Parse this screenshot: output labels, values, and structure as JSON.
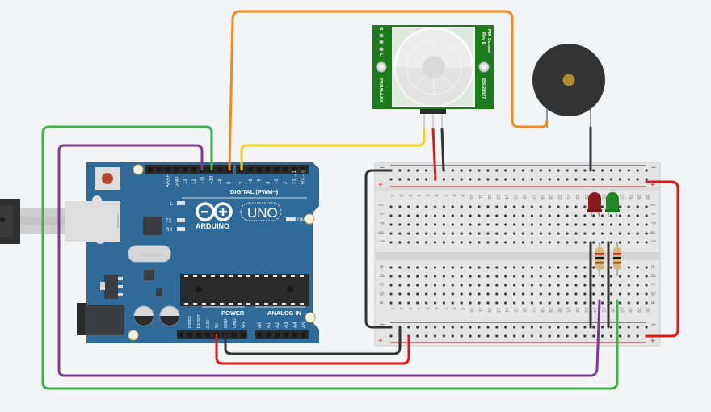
{
  "canvas": {
    "background": "#f3f4f6"
  },
  "arduino": {
    "brand": "ARDUINO",
    "model": "UNO",
    "board_color": "#2f6a99",
    "crystal_label": "SPK16.000S",
    "digital_header_label": "DIGITAL (PWM~)",
    "digital_pins": [
      "AREF",
      "GND",
      "13",
      "12",
      "~11",
      "~10",
      "~9",
      "8",
      "7",
      "~6",
      "~5",
      "4",
      "~3",
      "2",
      "TX→1",
      "RX←0"
    ],
    "power_header_label": "POWER",
    "power_pins": [
      "IOREF",
      "RESET",
      "3.3V",
      "5V",
      "GND",
      "GND",
      "Vin"
    ],
    "analog_header_label": "ANALOG IN",
    "analog_pins": [
      "A0",
      "A1",
      "A2",
      "A3",
      "A4",
      "A5"
    ],
    "led_labels": {
      "l": "L",
      "tx": "TX",
      "rx": "RX",
      "on": "ON"
    }
  },
  "pir_sensor": {
    "title": "PIR Sensor",
    "revision": "Rev B",
    "brand": "PARALLAX",
    "part_number": "555-28027",
    "pin_label_top": "S",
    "pin_label_bottom": "L",
    "board_color": "#1d7a1d"
  },
  "buzzer": {
    "name": "Piezo buzzer",
    "body_color": "#333333",
    "center_color": "#b0892e"
  },
  "breadboard": {
    "columns": 30,
    "top_rows": [
      "j",
      "i",
      "h",
      "g",
      "f"
    ],
    "bottom_rows": [
      "e",
      "d",
      "c",
      "b",
      "a"
    ],
    "rail_minus": "−",
    "rail_plus": "+"
  },
  "leds": [
    {
      "name": "red-led",
      "color": "#8b1a1a",
      "column": 24
    },
    {
      "name": "green-led",
      "color": "#1f8a24",
      "column": 26
    }
  ],
  "resistors": [
    {
      "name": "resistor-1",
      "bands": [
        "#e01010",
        "#111111",
        "#8a4a10"
      ]
    },
    {
      "name": "resistor-2",
      "bands": [
        "#e01010",
        "#111111",
        "#8a4a10"
      ]
    }
  ],
  "wires": [
    {
      "name": "wire-green-pin10-to-green-led",
      "color": "#3fb24b"
    },
    {
      "name": "wire-purple-pin11-to-red-led",
      "color": "#7b3a96"
    },
    {
      "name": "wire-orange-pin8-to-buzzer",
      "color": "#f08a1c"
    },
    {
      "name": "wire-yellow-pin7-to-pir-signal",
      "color": "#f0d020"
    },
    {
      "name": "wire-red-5v-to-rail",
      "color": "#e01818"
    },
    {
      "name": "wire-black-gnd-to-rail",
      "color": "#333333"
    }
  ]
}
